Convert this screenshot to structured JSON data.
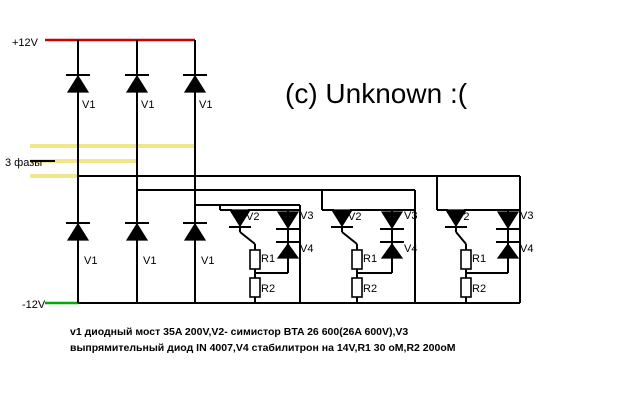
{
  "rails": {
    "positive": "+12V",
    "negative": "-12V"
  },
  "input_label": "3 фазы",
  "watermark": "(c) Unknown :(",
  "component_labels": {
    "v1": "V1",
    "v2": "V2",
    "v3": "V3",
    "v4": "V4",
    "r1": "R1",
    "r2": "R2"
  },
  "caption": {
    "line1": "v1 диодный мост 35A 200V,V2- симистор BTA 26 600(26A 600V),V3",
    "line2": "выпрямительный диод IN 4007,V4 стабилитрон на 14V,R1 30 оM,R2  200оM"
  },
  "colors": {
    "positive_rail": "#cc0000",
    "negative_rail": "#00aa00",
    "phase_lines": "#f0e68c"
  }
}
